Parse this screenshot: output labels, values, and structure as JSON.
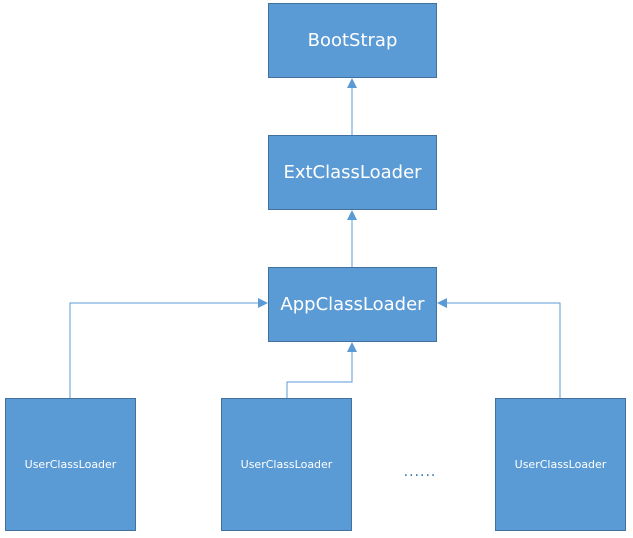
{
  "diagram": {
    "nodes": {
      "bootstrap": "BootStrap",
      "ext": "ExtClassLoader",
      "app": "AppClassLoader",
      "user1": "UserClassLoader",
      "user2": "UserClassLoader",
      "user3": "UserClassLoader"
    },
    "ellipsis": "......",
    "colors": {
      "node_fill": "#5b9bd5",
      "node_border": "#41719c",
      "node_text": "#ffffff",
      "connector": "#5b9bd5"
    },
    "edges": [
      {
        "from": "ext",
        "to": "bootstrap"
      },
      {
        "from": "app",
        "to": "ext"
      },
      {
        "from": "user1",
        "to": "app"
      },
      {
        "from": "user2",
        "to": "app"
      },
      {
        "from": "user3",
        "to": "app"
      }
    ]
  }
}
